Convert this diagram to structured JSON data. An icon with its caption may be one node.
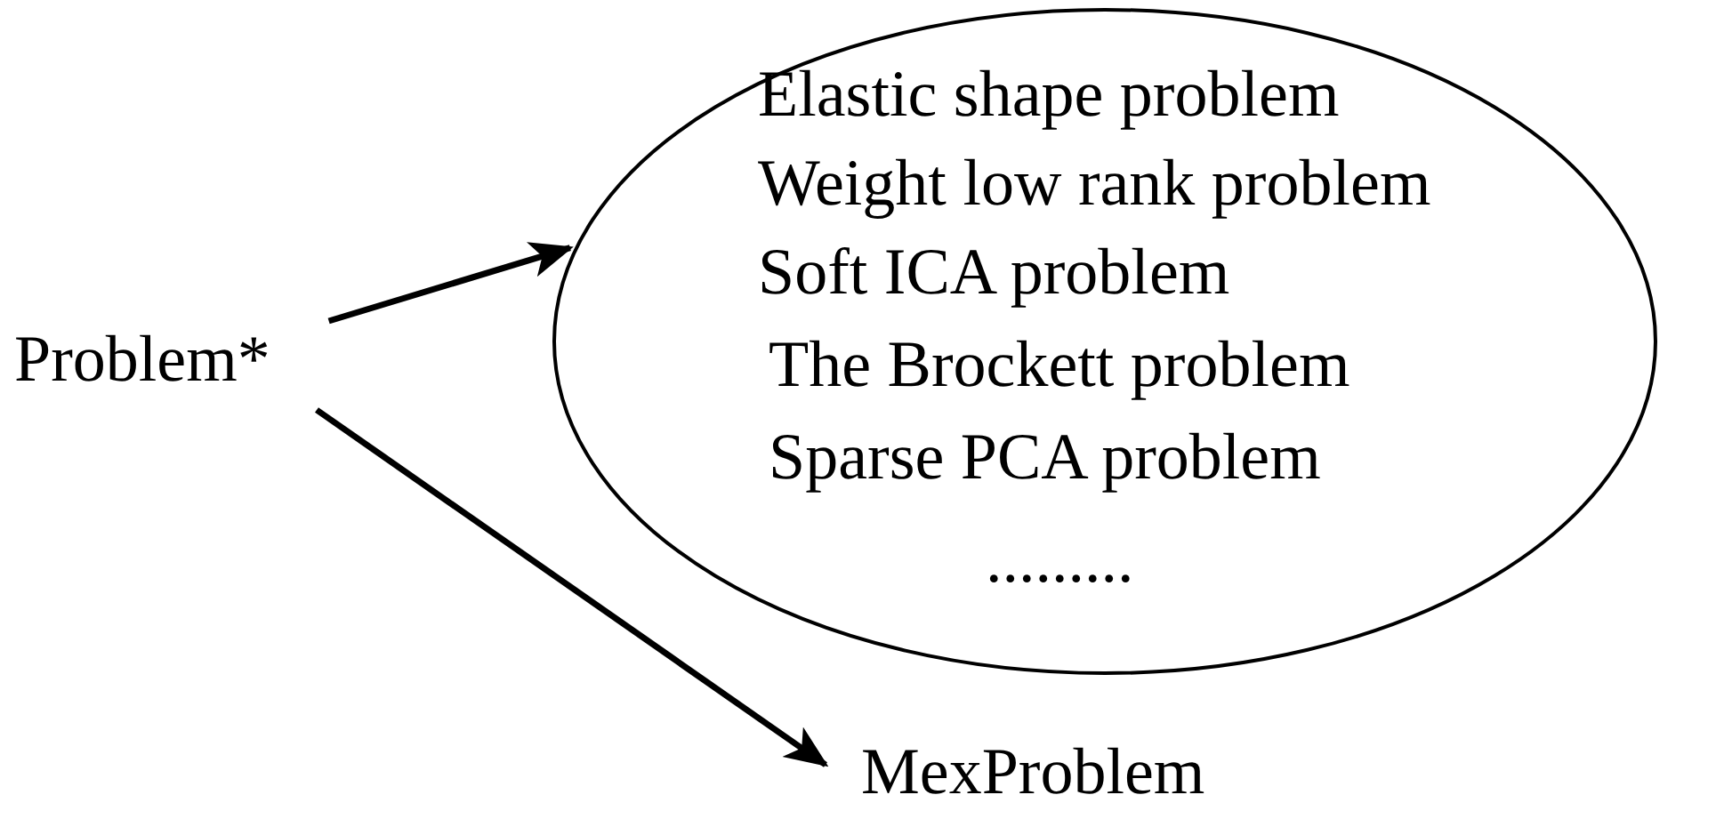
{
  "diagram": {
    "nodes": [
      {
        "text": [
          "Problem*"
        ]
      },
      {
        "text": [
          "Elastic shape problem",
          "Weight low rank problem",
          "Soft ICA problem",
          "The Brockett problem",
          "Sparse PCA problem",
          "........."
        ]
      },
      {
        "text": [
          "MexProblem"
        ]
      }
    ],
    "edges": [
      {
        "from": 0,
        "to": 1,
        "arrow": "to"
      },
      {
        "from": 0,
        "to": 2,
        "arrow": "to"
      }
    ]
  }
}
